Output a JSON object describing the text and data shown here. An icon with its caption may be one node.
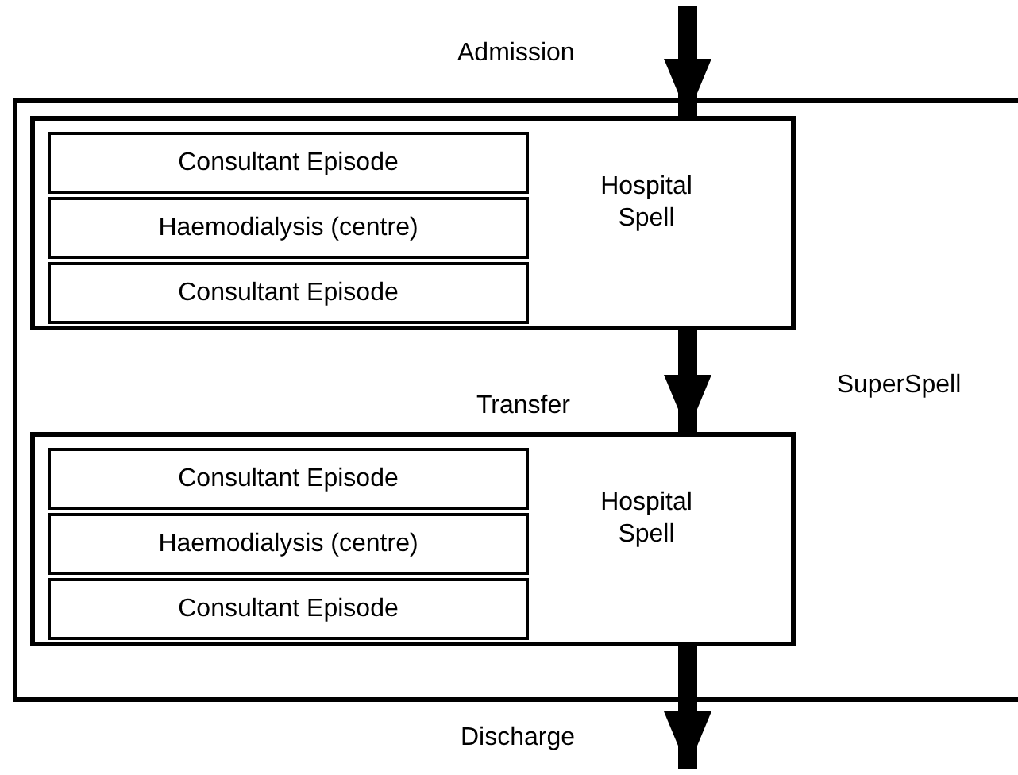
{
  "diagram": {
    "nodes": [
      {
        "text": [
          "SuperSpell"
        ]
      },
      {
        "text": [
          "Hospital Spell"
        ],
        "in": 0
      },
      {
        "text": [
          "Consultant Episode"
        ],
        "in": 1
      },
      {
        "text": [
          "Haemodialysis (centre)"
        ],
        "in": 1
      },
      {
        "text": [
          "Consultant Episode"
        ],
        "in": 1
      },
      {
        "text": [
          "Hospital Spell"
        ],
        "in": 0
      },
      {
        "text": [
          "Consultant Episode"
        ],
        "in": 5
      },
      {
        "text": [
          "Haemodialysis (centre)"
        ],
        "in": 5
      },
      {
        "text": [
          "Consultant Episode"
        ],
        "in": 5
      }
    ],
    "edges": [
      {
        "from": null,
        "to": 1,
        "arrow": "to",
        "label": "Admission"
      },
      {
        "from": 1,
        "to": 5,
        "arrow": "to",
        "label": "Transfer"
      },
      {
        "from": 5,
        "to": null,
        "arrow": "to",
        "label": "Discharge"
      }
    ]
  }
}
